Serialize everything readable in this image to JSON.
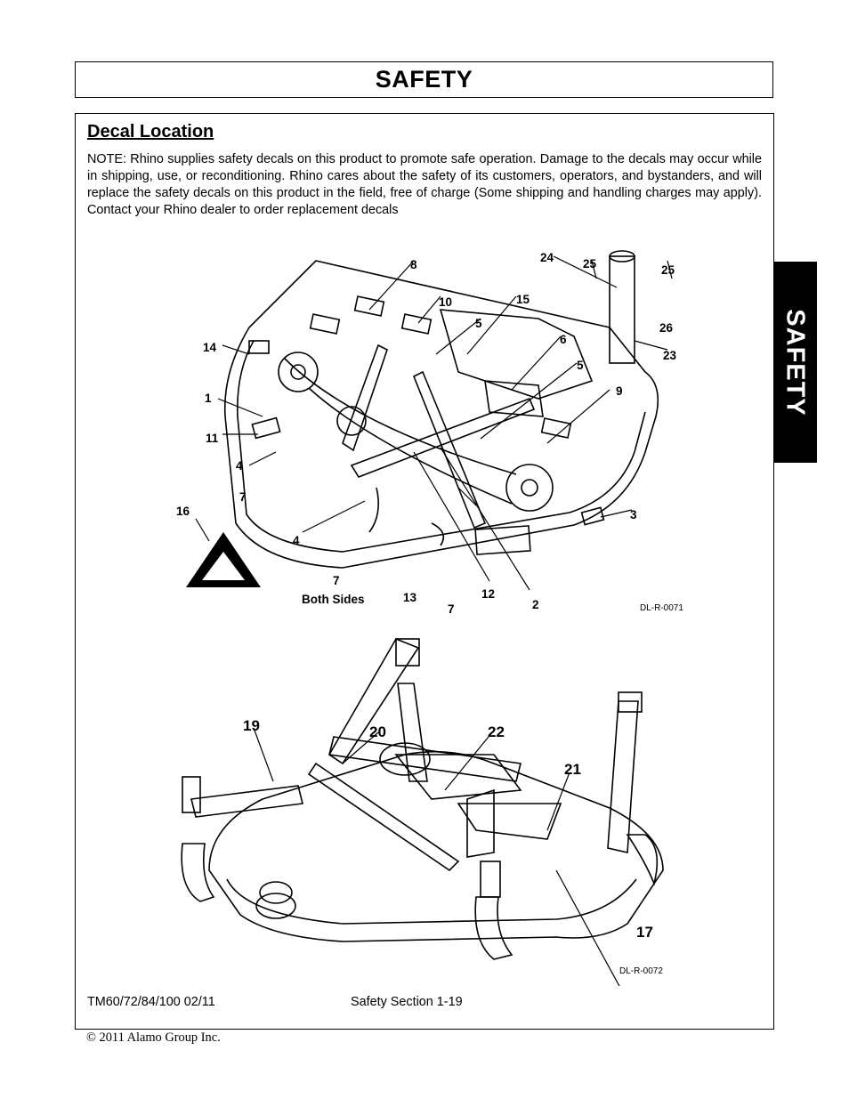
{
  "header": {
    "title": "SAFETY"
  },
  "side_tab": {
    "label": "SAFETY"
  },
  "section": {
    "title": "Decal Location",
    "note": "NOTE: Rhino supplies safety decals on this product to promote safe operation. Damage to the decals may occur while in shipping, use, or reconditioning. Rhino cares about the safety of its customers, operators, and bystanders, and will replace the safety decals on this product in the field, free of charge (Some shipping and handling charges may apply). Contact your Rhino dealer to order replacement decals"
  },
  "figure1": {
    "id": "DL-R-0071",
    "both_sides_label": "Both Sides",
    "callouts": [
      "8",
      "24",
      "25",
      "25",
      "10",
      "15",
      "5",
      "26",
      "14",
      "6",
      "23",
      "5",
      "9",
      "1",
      "11",
      "4",
      "7",
      "16",
      "3",
      "4",
      "7",
      "13",
      "12",
      "7",
      "2"
    ]
  },
  "figure2": {
    "id": "DL-R-0072",
    "callouts": [
      "19",
      "20",
      "22",
      "21",
      "17"
    ]
  },
  "footer": {
    "model": "TM60/72/84/100   02/11",
    "section": "Safety Section 1-19"
  },
  "copyright": "© 2011 Alamo Group Inc."
}
